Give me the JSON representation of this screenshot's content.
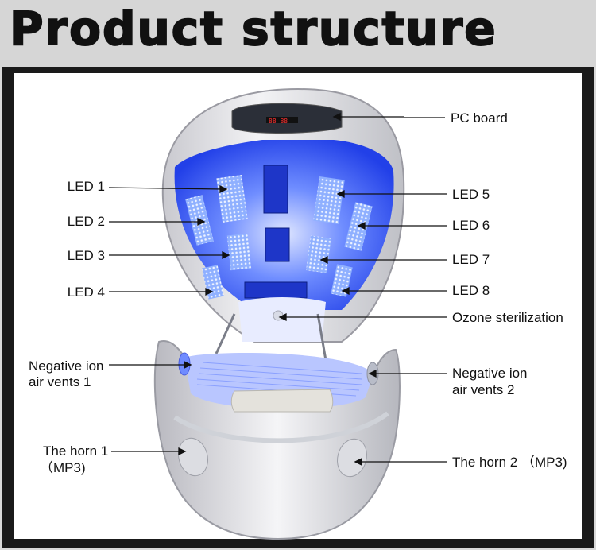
{
  "title": "Product structure",
  "labels": {
    "pc_board": "PC board",
    "led1": "LED 1",
    "led2": "LED 2",
    "led3": "LED 3",
    "led4": "LED 4",
    "led5": "LED 5",
    "led6": "LED 6",
    "led7": "LED 7",
    "led8": "LED 8",
    "ozone": "Ozone sterilization",
    "neg_ion_1_line1": "Negative ion",
    "neg_ion_1_line2": "air vents 1",
    "neg_ion_2_line1": "Negative ion",
    "neg_ion_2_line2": "air vents 2",
    "horn1_line1": "The horn 1",
    "horn1_line2": "（MP3)",
    "horn2": "The horn 2 （MP3)"
  },
  "colors": {
    "led_glow": "#2f5dff",
    "shell": "#e9e9ec",
    "frame": "#1a1a1a"
  }
}
